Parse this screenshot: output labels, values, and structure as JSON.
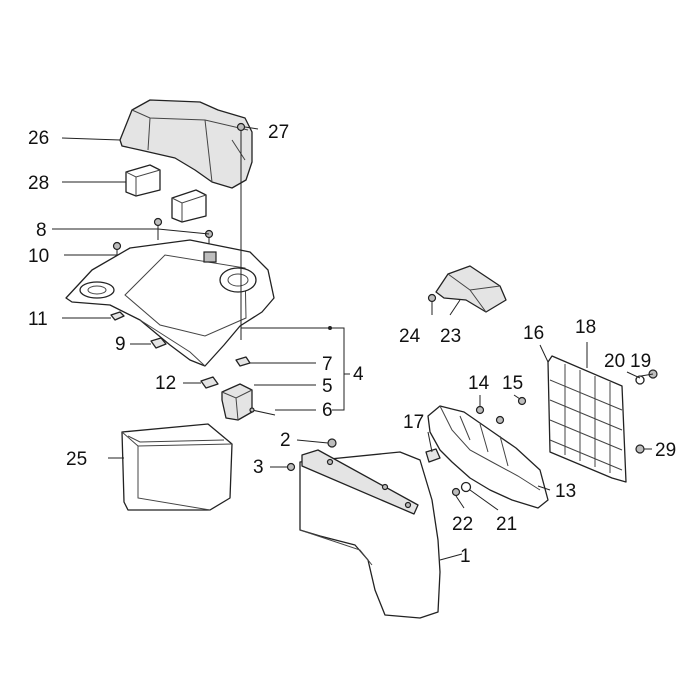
{
  "callouts": {
    "c1": "1",
    "c2": "2",
    "c3": "3",
    "c4": "4",
    "c5": "5",
    "c6": "6",
    "c7": "7",
    "c8": "8",
    "c9": "9",
    "c10": "10",
    "c11": "11",
    "c12": "12",
    "c13": "13",
    "c14": "14",
    "c15": "15",
    "c16": "16",
    "c17": "17",
    "c18": "18",
    "c19": "19",
    "c20": "20",
    "c21": "21",
    "c22": "22",
    "c23": "23",
    "c24": "24",
    "c25": "25",
    "c26": "26",
    "c27": "27",
    "c28": "28",
    "c29": "29"
  },
  "colors": {
    "line": "#222222",
    "background": "#ffffff",
    "shade": "#e4e4e4"
  }
}
